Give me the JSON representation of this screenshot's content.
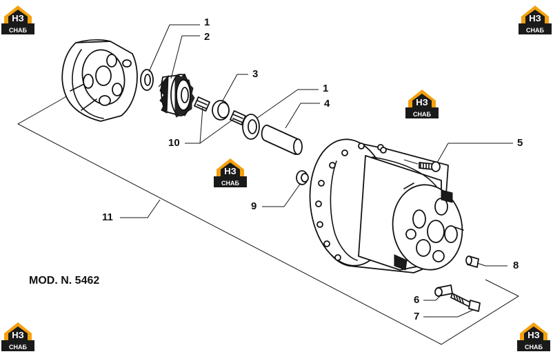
{
  "model_label": "MOD. N. 5462",
  "logo": {
    "letters": "НЗ",
    "subtitle": "СНАБ",
    "colors": {
      "orange": "#f5a10f",
      "black": "#1a1a1a",
      "white": "#ffffff"
    }
  },
  "callouts": [
    {
      "id": "c1a",
      "label": "1"
    },
    {
      "id": "c2",
      "label": "2"
    },
    {
      "id": "c3",
      "label": "3"
    },
    {
      "id": "c1b",
      "label": "1"
    },
    {
      "id": "c4",
      "label": "4"
    },
    {
      "id": "c5",
      "label": "5"
    },
    {
      "id": "c10",
      "label": "10"
    },
    {
      "id": "c9",
      "label": "9"
    },
    {
      "id": "c11",
      "label": "11"
    },
    {
      "id": "c8",
      "label": "8"
    },
    {
      "id": "c6",
      "label": "6"
    },
    {
      "id": "c7",
      "label": "7"
    }
  ]
}
